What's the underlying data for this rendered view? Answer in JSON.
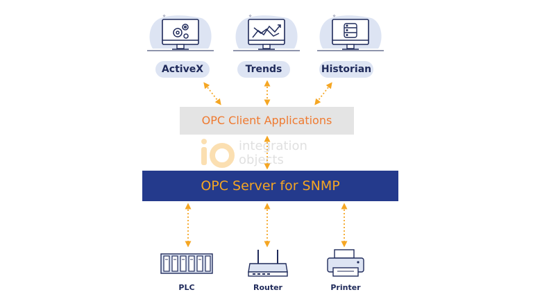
{
  "apps": [
    {
      "label": "ActiveX",
      "icon": "gears-icon"
    },
    {
      "label": "Trends",
      "icon": "trend-chart-icon"
    },
    {
      "label": "Historian",
      "icon": "database-icon"
    }
  ],
  "client": {
    "label": "OPC Client Applications"
  },
  "server": {
    "label": "OPC Server for SNMP"
  },
  "watermark": {
    "line1": "integration",
    "line2": "objects"
  },
  "devices": [
    {
      "label": "PLC",
      "icon": "plc-icon"
    },
    {
      "label": "Router",
      "icon": "router-icon"
    },
    {
      "label": "Printer",
      "icon": "printer-icon"
    }
  ],
  "colors": {
    "navy": "#243a8c",
    "dark_text": "#1f2a5a",
    "orange": "#ef7a30",
    "gold": "#f5a623",
    "pill_bg": "#dde4f3",
    "client_bg": "#e4e4e4"
  }
}
